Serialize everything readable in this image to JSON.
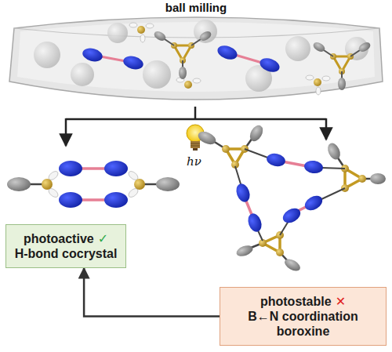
{
  "diagram": {
    "title": "ball milling",
    "nodes": [
      {
        "text": [
          "photoactive",
          "✓",
          "H-bond cocrystal"
        ]
      },
      {
        "text": [
          "photostable",
          "✕",
          "B←N coordination boroxine"
        ]
      }
    ],
    "edges": [
      {
        "from": 1,
        "to": 0,
        "arrow": "to"
      }
    ],
    "labels": [
      "hν"
    ]
  }
}
